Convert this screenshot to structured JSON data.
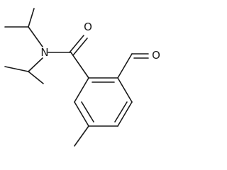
{
  "structure": {
    "atoms": {
      "oxygen_amide": "O",
      "oxygen_aldehyde": "O",
      "nitrogen": "N"
    }
  },
  "colors": {
    "bond": "#1a1a1a",
    "background": "#ffffff"
  }
}
